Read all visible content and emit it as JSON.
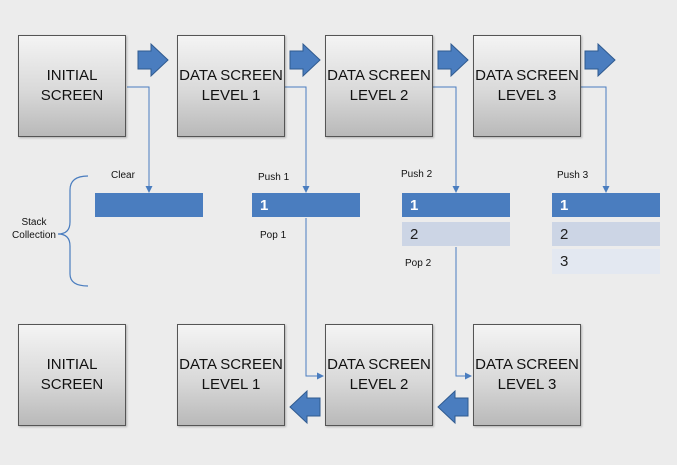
{
  "top_row": [
    {
      "line1": "INITIAL",
      "line2": "SCREEN"
    },
    {
      "line1": "DATA SCREEN",
      "line2": "LEVEL 1"
    },
    {
      "line1": "DATA SCREEN",
      "line2": "LEVEL 2"
    },
    {
      "line1": "DATA SCREEN",
      "line2": "LEVEL 3"
    }
  ],
  "bottom_row": [
    {
      "line1": "INITIAL",
      "line2": "SCREEN"
    },
    {
      "line1": "DATA SCREEN",
      "line2": "LEVEL 1"
    },
    {
      "line1": "DATA SCREEN",
      "line2": "LEVEL 2"
    },
    {
      "line1": "DATA SCREEN",
      "line2": "LEVEL 3"
    }
  ],
  "stack_label": {
    "line1": "Stack",
    "line2": "Collection"
  },
  "operations": {
    "clear": "Clear",
    "push1": "Push 1",
    "pop1": "Pop 1",
    "push2": "Push 2",
    "pop2": "Pop 2",
    "push3": "Push 3"
  },
  "stacks": {
    "s1": [
      "1"
    ],
    "s2": [
      "1",
      "2"
    ],
    "s3": [
      "1",
      "2",
      "3"
    ]
  },
  "colors": {
    "arrow": "#4a7dbf",
    "connector": "#4a7dbf",
    "stack_top": "#4a7dbf",
    "stack_mid": "#ccd5e5",
    "stack_bottom": "#e3e8f1"
  }
}
